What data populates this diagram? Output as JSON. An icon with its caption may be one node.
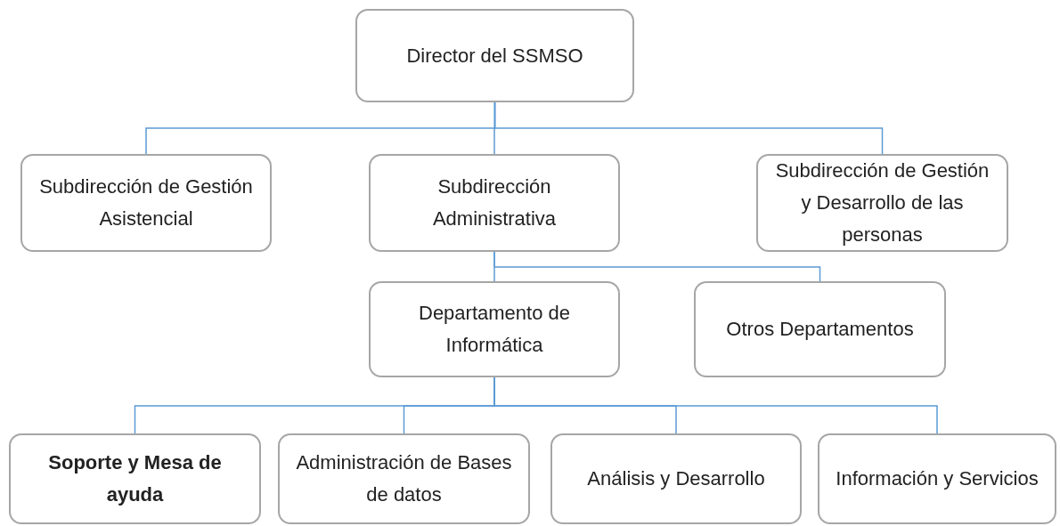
{
  "diagram": {
    "nodes": [
      {
        "text": [
          "Director del SSMSO"
        ]
      },
      {
        "text": [
          "Subdirección de Gestión Asistencial"
        ]
      },
      {
        "text": [
          "Subdirección Administrativa"
        ]
      },
      {
        "text": [
          "Subdirección de Gestión y Desarrollo de las personas"
        ]
      },
      {
        "text": [
          "Departamento de Informática"
        ]
      },
      {
        "text": [
          "Otros Departamentos"
        ]
      },
      {
        "text": [
          "Soporte y Mesa de ayuda"
        ]
      },
      {
        "text": [
          "Administración de Bases de datos"
        ]
      },
      {
        "text": [
          "Análisis y Desarrollo"
        ]
      },
      {
        "text": [
          "Información y Servicios"
        ]
      }
    ],
    "edges": [
      {
        "from": 0,
        "to": 1,
        "arrow": "none"
      },
      {
        "from": 0,
        "to": 2,
        "arrow": "none"
      },
      {
        "from": 0,
        "to": 3,
        "arrow": "none"
      },
      {
        "from": 2,
        "to": 4,
        "arrow": "none"
      },
      {
        "from": 2,
        "to": 5,
        "arrow": "none"
      },
      {
        "from": 4,
        "to": 6,
        "arrow": "none"
      },
      {
        "from": 4,
        "to": 7,
        "arrow": "none"
      },
      {
        "from": 4,
        "to": 8,
        "arrow": "none"
      },
      {
        "from": 4,
        "to": 9,
        "arrow": "none"
      }
    ]
  }
}
